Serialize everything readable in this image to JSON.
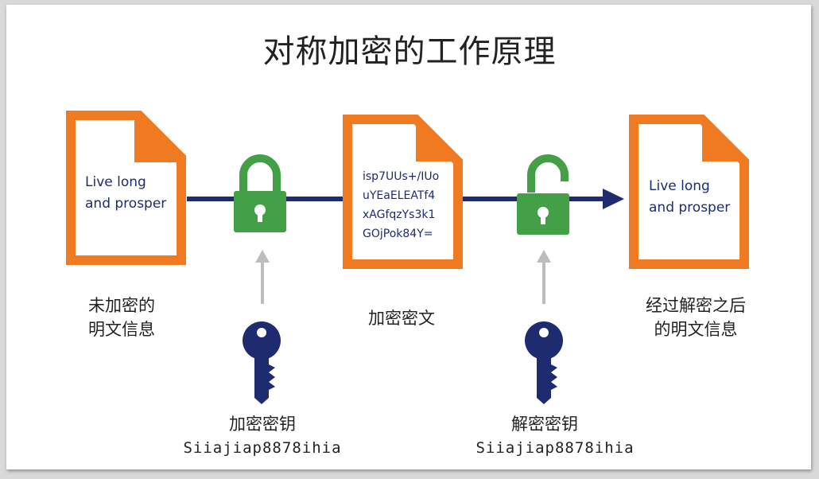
{
  "title": "对称加密的工作原理",
  "plaintext_doc": {
    "text": "Live long\nand prosper"
  },
  "cipher_doc": {
    "text": "isp7UUs+/IUo\nuYEaELEATf4\nxAGfqzYs3k1\nGOjPok84Y="
  },
  "decrypted_doc": {
    "text": "Live long\nand prosper"
  },
  "captions": {
    "plaintext": "未加密的\n明文信息",
    "ciphertext": "加密密文",
    "decrypted": "经过解密之后\n的明文信息"
  },
  "encrypt_key": {
    "label": "加密密钥",
    "code": "Siiajiap8878ihia"
  },
  "decrypt_key": {
    "label": "解密密钥",
    "code": "Siiajiap8878ihia"
  },
  "colors": {
    "document": "#f07a22",
    "lock": "#43a047",
    "key": "#1e2b6e",
    "flow_arrow": "#1e2b6e",
    "key_arrow": "#bdbdbd"
  }
}
